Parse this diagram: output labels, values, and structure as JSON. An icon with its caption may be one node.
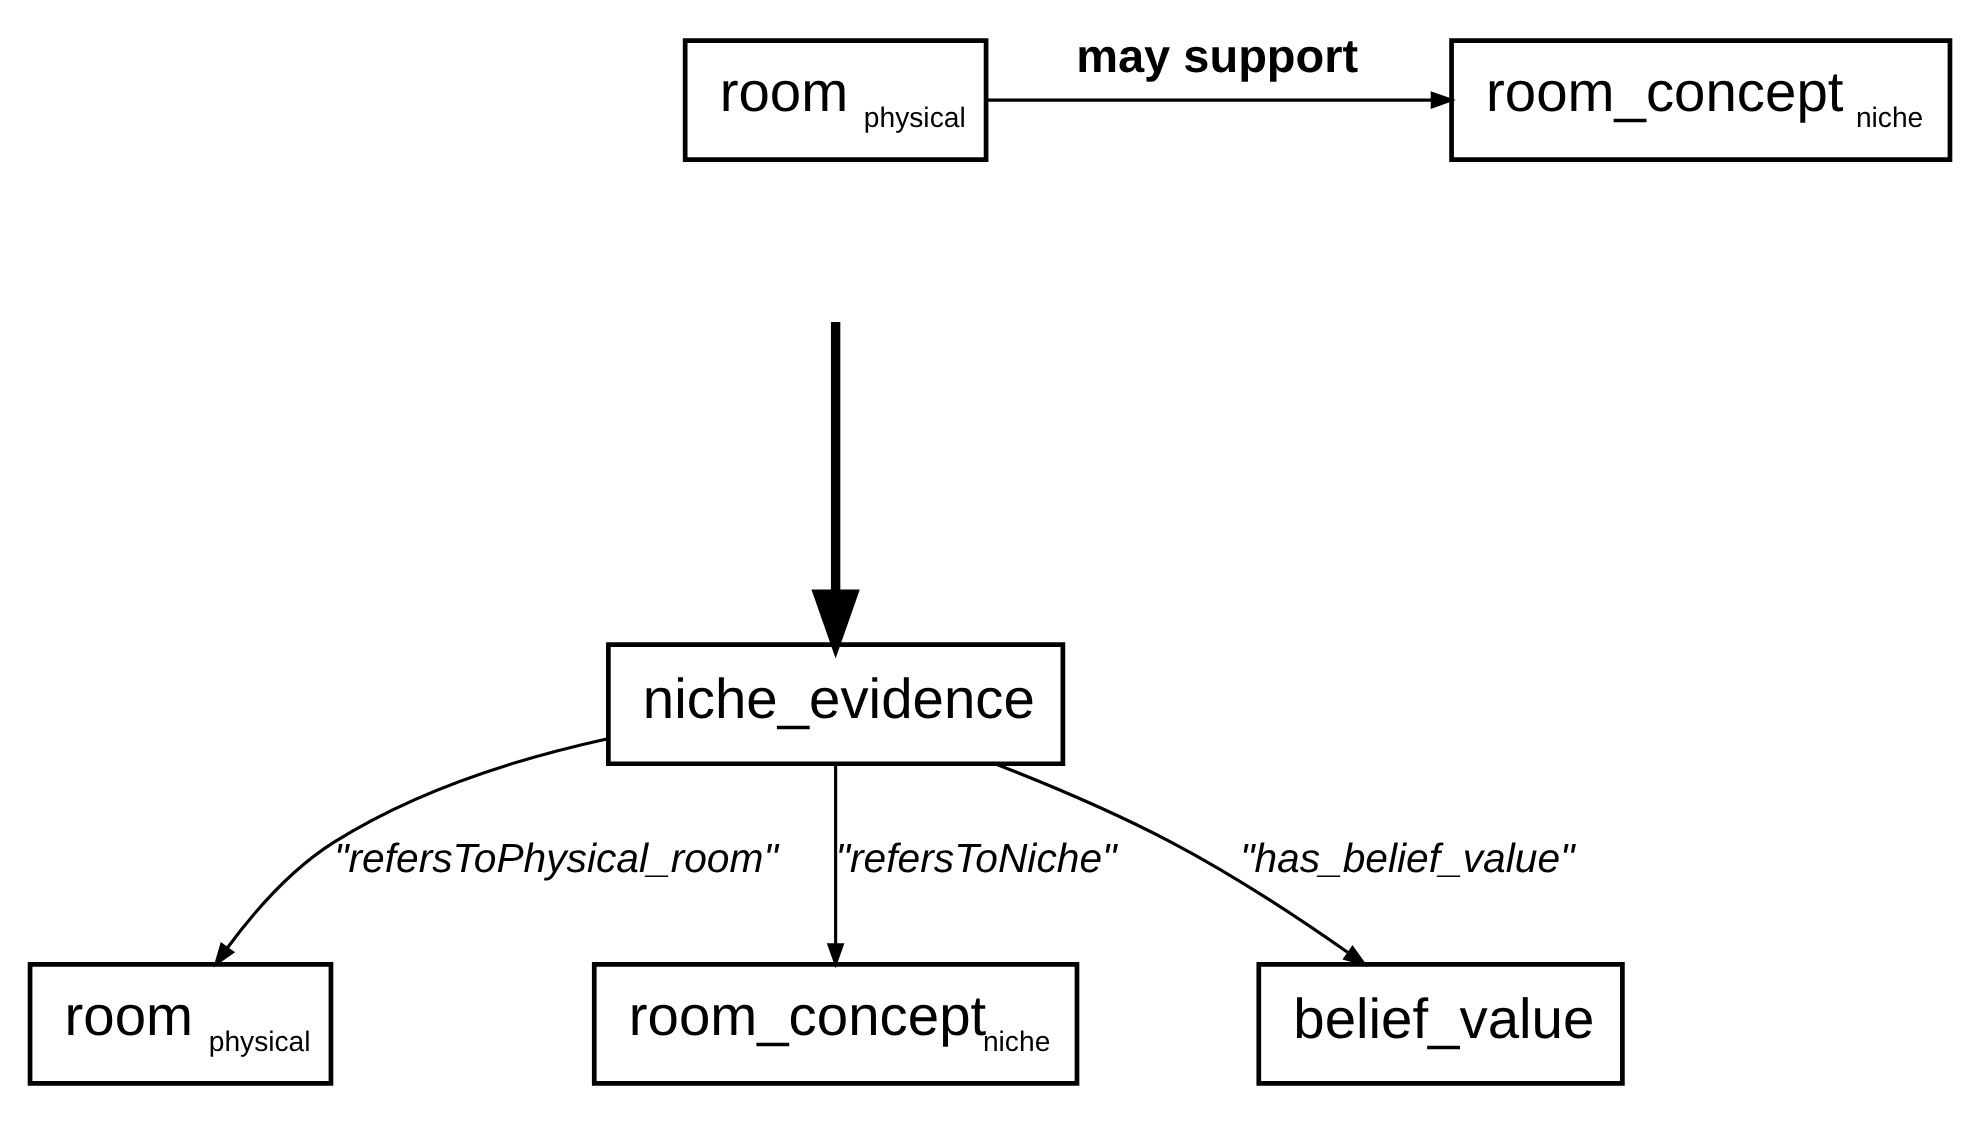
{
  "diagram": {
    "nodes": [
      {
        "text": [
          "room $_{physical}$"
        ]
      },
      {
        "text": [
          "room_concept $_{niche}$"
        ]
      },
      {
        "text": [
          "niche_evidence"
        ]
      },
      {
        "text": [
          "room $_{physical}$"
        ]
      },
      {
        "text": [
          "room_concept$_{niche}$"
        ]
      },
      {
        "text": [
          "belief_value"
        ]
      }
    ],
    "edges": [
      {
        "from": 0,
        "to": 1,
        "arrow": "to",
        "label": "may support"
      },
      {
        "from": null,
        "to": 2,
        "arrow": "to",
        "style": "thick"
      },
      {
        "from": 2,
        "to": 3,
        "arrow": "to",
        "label": "\"refersToPhysical_room\""
      },
      {
        "from": 2,
        "to": 5,
        "arrow": "to",
        "label": "\"has_belief_value\""
      },
      {
        "from": 2,
        "to": 4,
        "arrow": "to",
        "label": "\"refersToNiche\""
      }
    ]
  }
}
